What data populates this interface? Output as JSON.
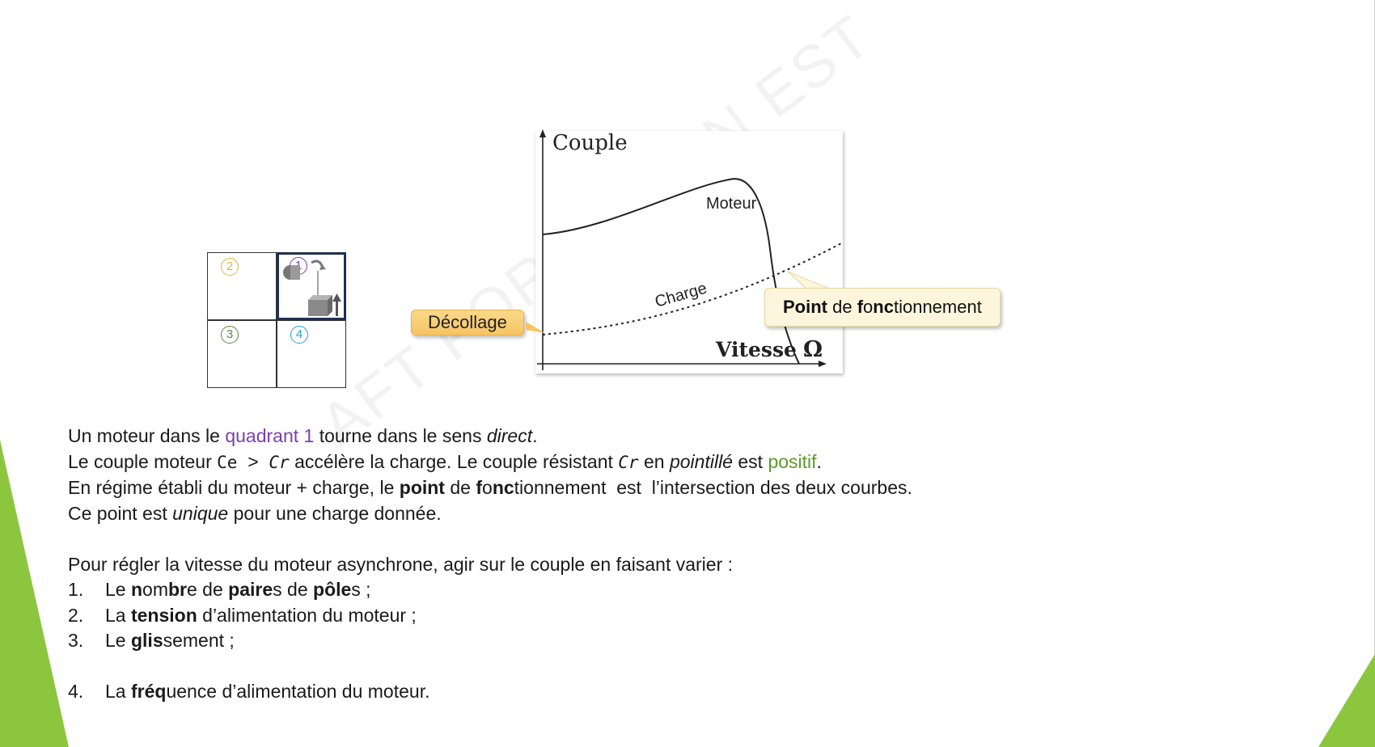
{
  "watermark": "AFT FORMATION EST",
  "quadrants": [
    {
      "number": "2",
      "color": "#e2b43a"
    },
    {
      "number": "1",
      "color": "#7a3fb0"
    },
    {
      "number": "3",
      "color": "#5a8a3a"
    },
    {
      "number": "4",
      "color": "#2aa0d8"
    }
  ],
  "graph": {
    "y_label": "Couple",
    "x_label": "Vitesse",
    "x_symbol": "Ω",
    "curve_motor_label": "Moteur",
    "curve_load_label": "Charge"
  },
  "callouts": {
    "decollage": "Décollage",
    "point": {
      "b1": "Point",
      "t1": " de ",
      "b2": "f",
      "t2": "o",
      "b3": "nc",
      "t3": "tionnement"
    }
  },
  "text": {
    "line1": {
      "a": "Un moteur dans le ",
      "quad": "quadrant 1",
      "b": " tourne dans le sens ",
      "dir": "direct",
      "c": "."
    },
    "line2": {
      "a": "Le couple moteur ",
      "ce": "Ce",
      "gt": "  >  ",
      "cr": "Cr",
      "b": " accélère la charge. Le couple résistant ",
      "cr2": "Cr",
      "c": " en ",
      "pointille": "pointillé",
      "d": " est ",
      "positif": "positif",
      "e": "."
    },
    "line3": {
      "a": "En régime établi du moteur + charge, le ",
      "point": "point",
      "b": " de ",
      "f": "f",
      "o": "o",
      "nc": "nc",
      "c": "tionnement  est  l’intersection des deux courbes."
    },
    "line4": {
      "a": "Ce point est ",
      "unique": "unique",
      "b": " pour une charge donnée."
    },
    "intro": "Pour régler la vitesse du moteur asynchrone, agir sur le couple en faisant varier :",
    "items": [
      {
        "num": "1.",
        "parts": [
          [
            "Le ",
            false
          ],
          [
            "n",
            true
          ],
          [
            "om",
            false
          ],
          [
            "br",
            true
          ],
          [
            "e de ",
            false
          ],
          [
            "paire",
            true
          ],
          [
            "s de ",
            false
          ],
          [
            "pôle",
            true
          ],
          [
            "s ;",
            false
          ]
        ]
      },
      {
        "num": "2.",
        "parts": [
          [
            "La ",
            false
          ],
          [
            "tension",
            true
          ],
          [
            " d’alimentation du moteur ;",
            false
          ]
        ]
      },
      {
        "num": "3.",
        "parts": [
          [
            "Le ",
            false
          ],
          [
            "glis",
            true
          ],
          [
            "sement ;",
            false
          ]
        ]
      },
      {
        "num": "4.",
        "parts": [
          [
            "La ",
            false
          ],
          [
            "fréq",
            true
          ],
          [
            "uence d’alimentation du moteur.",
            false
          ]
        ]
      }
    ]
  }
}
